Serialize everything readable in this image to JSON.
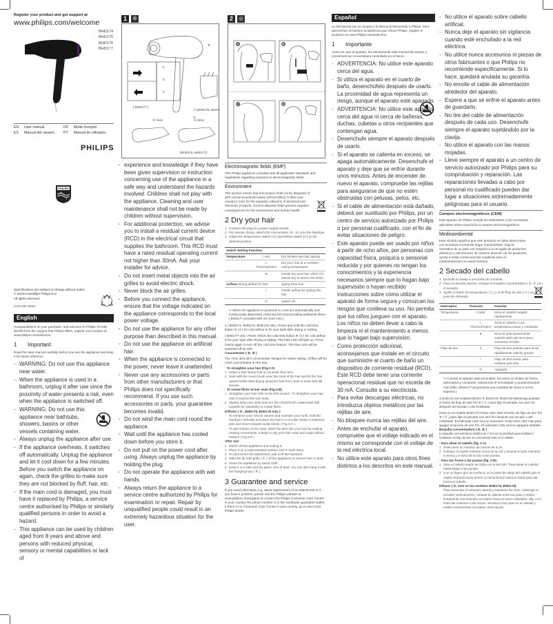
{
  "cover": {
    "register_line": "Register your product and get support at",
    "url": "www.philips.com/welcome",
    "models": [
      "BHD174",
      "BHD175",
      "BHD176",
      "BHD177"
    ],
    "languages": [
      {
        "code": "EN",
        "label": "User manual"
      },
      {
        "code": "FR",
        "label": "Mode d'emploi"
      },
      {
        "code": "ES",
        "label": "Manual del usuario"
      },
      {
        "code": "PT",
        "label": "Manual do utilizador"
      }
    ],
    "brand": "PHILIPS",
    "shield_text": "PHILIPS",
    "spec_lines": [
      "Specifications are subject to change without notice",
      "© 2016 Koninklijke Philips N.V.",
      "All rights reserved."
    ],
    "doc_number": "3140 035 40662"
  },
  "english": {
    "title": "English",
    "intro": "Congratulations on your purchase, and welcome to Philips! To fully benefit from the support that Philips offers, register your product at www.philips.com/welcome.",
    "important_num": "1",
    "important_title": "Important",
    "important_intro": "Read this user manual carefully before you use the appliance and keep it for future reference.",
    "warnings_col1": [
      "WARNING: Do not use this appliance near water.",
      "When the appliance is used in a bathroom, unplug it after use since the proximity of water presents a risk, even when the appliance is switched off.",
      "WARNING: Do not use this appliance near bathtubs, showers, basins or other vessels containing water.",
      "Always unplug the appliance after use.",
      "If the appliance overheats, it switches off automatically. Unplug the appliance and let it cool down for a few minutes. Before you switch the appliance on again, check the grilles to make sure they are not blocked by fluff, hair, etc.",
      "If the main cord is damaged, you must have it replaced by Philips, a service centre authorised by Philips or similarly qualified persons in order to avoid a hazard.",
      "This appliance can be used by children aged from 8 years and above and persons with reduced physical, sensory or mental capabilities or lack of"
    ],
    "continuation_col2": "experience and knowledge if they have been given supervision or instruction concerning use of the appliance in a safe way and understand the hazards involved. Children shall not play with the appliance. Cleaning and user maintenance shall not be made by children without supervision.",
    "warnings_col2": [
      "For additional protection, we advise you to install a residual current device (RCD) in the electrical circuit that supplies the bathroom. This RCD must have a rated residual operating current not higher than 30mA. Ask your installer for advice.",
      "Do not insert metal objects into the air grilles to avoid electric shock.",
      "Never block the air grilles.",
      "Before you connect the appliance, ensure that the voltage indicated on the appliance corresponds to the local power voltage.",
      "Do not use the appliance for any other purpose than described in this manual.",
      "Do not use the appliance on artificial hair.",
      "When the appliance is connected to the power, never leave it unattended.",
      "Never use any accessories or parts from other manufacturers or that Philips does not specifically recommend. If you use such accessories or parts, your guarantee becomes invalid.",
      "Do not wind the main cord round the appliance.",
      "Wait until the appliance has cooled down before you store it.",
      "Do not pull on the power cord after using. Always unplug the appliance by holding the plug.",
      "Do not operate the appliance with wet hands.",
      "Always return the appliance to a service centre authorized by Philips for examination or repair. Repair by unqualified people could result in an extremely hazardous situation for the user."
    ],
    "emf_title": "Electromagnetic fields (EMF)",
    "emf_text": "This Philips appliance complies with all applicable standards and regulations regarding exposure to electromagnetic fields.",
    "env_title": "Environment",
    "env_text": "This symbol means that this product shall not be disposed of with normal household waste (2012/19/EU). Follow your country's rules for the separate collection of electrical and electronic products. Correct disposal helps prevent negative consequences for the environment and human health.",
    "dry_title": "2  Dry your hair",
    "dry_steps": [
      "Connect the plug to a power supply socket.",
      "For precise drying, attach the concentrator (④, ⑤) onto the hairdryer.",
      "Adjust the temperature switch (③) and airflow switch (②) to the desired position."
    ],
    "table_header": "Switch Setting Function",
    "table_rows": [
      {
        "switch": "Temperature",
        "setting": "Hot",
        "function": "Dry shower-wet hair quickly"
      },
      {
        "switch": "",
        "setting": "Thermoprotect",
        "function": "Dry your hair at a constant caring temperature"
      },
      {
        "switch": "",
        "setting": "●",
        "function": "Gently dry your hair, when it is almost dry to seal in the shine"
      },
      {
        "switch": "Airflow",
        "setting": "Strong airflow for fast",
        "function": "drying thick hair"
      },
      {
        "switch": "",
        "setting": "I",
        "function": "Gentle airflow for styling thin hair"
      },
      {
        "switch": "",
        "setting": "O",
        "function": "Switch off"
      }
    ],
    "ions_note": "When the appliance is powered on, ions are automatically and continuously dispensed, reducing frizz and providing additional shine. ( BHD177 provides with 4X more ions )",
    "step4": "( BHD174, BHD175, BHD176 only ) Press and hold the cold shot button ❄ (①) for cold airflow to fix your style after drying or styling.",
    "bhd177_note": "( BHD177 only ) Press ONCE the cold shot button ❄ (①) for cold airflow to fix your style after drying or styling. The blue LED will light up. Press ONCE again to turn off the cold shot feature. The blue LED will be switched off as well.",
    "concentrator_title": "Concentrator ( ④, ⑤ )",
    "concentrator_text": "The 7mm ultra slim concentrator designs for easier styling. Airflow will be more concentrated on the hair.",
    "straighten_title": "To straighten your hair (Fig.2-A)",
    "straighten_steps": [
      "Select a hair strand that is not wider than 5cm.",
      "Start with the round brush near the roots of the hair and lift the hair upward while blow drying along the hair from roots to ends with full tension."
    ],
    "flicks_title": "To create flicks at hair ends (Fig.2-B)",
    "flicks_steps": [
      "Straighten your hair refer to the first section ' To straighten your hair' until it reaches the hair ends.",
      "Slightly twist your wrist and turn the round brush underneath half inwards (or outwards) to create flicks."
    ],
    "diffuser_title": "Diffuser ( ⑦ , BHD175, BHD176 only )",
    "diffuser_points": [
      "To enhance your natural volume and maintain your curls, hold the hairdryer vertically and place the hair in a circular motion in between pins and move towards scalp slowly. ( Fig.2-C )",
      "To add volume at the roots, insert the pins into your hair by making rotating movements. It helps to dry your hair roots and scalp without hotspot ( Fig.2-D )"
    ],
    "after_use_title": "After use:",
    "after_use_steps": [
      "Switch off the appliance and unplug it.",
      "Place it on a heat-resistant surface until it cools down.",
      "To disconnect the attachment, pull it off the hairdryer.",
      "Take the air inlet grille ( ⑥ ) off the appliance to remove hair or dust.",
      "Clean the appliance by damp cloth.",
      "Keep it in a safe and dry place, free of dust. You can also hang it with the hanging loop ( ⑧ )."
    ],
    "guarantee_title": "3  Guarantee and service",
    "guarantee_text": "If you need information e.g. about replacement of an attachment or if you have a problem, please visit the Philips website at www.philips.com/support or contact the Philips Consumer Care Center in your country.The phone number is in the worldwide guarantee leaflet. If there is no Consumer Care Centre in your country, go to your local Philips dealer."
  },
  "figure1": {
    "number": "1",
    "labels": [
      "①",
      "②",
      "③",
      "④ 7mm",
      "⑤ 9mm",
      "⑥",
      "⑦ (BHD175, BHD176)",
      "⑧"
    ],
    "bhd177_label": "( BHD177 )",
    "concentrator_models": "(BHD175, BHD177)"
  },
  "figure2": {
    "number": "2",
    "panels": [
      "A",
      "B",
      "C",
      "D"
    ]
  },
  "spanish": {
    "title": "Español",
    "intro": "Le felicitamos por su compra y le damos la bienvenida a Philips. Para aprovechar al máximo la asistencia que ofrece Philips, registre el producto en www.Philips.com/welcome.",
    "important_num": "1",
    "important_title": "Importante",
    "important_intro": "Antes de usar el aparato, lea atentamente este manual de usuario y consérvelo por si necesitara consultarlo en el futuro.",
    "warnings_col4": [
      "ADVERTENCIA: No utilice este aparato cerca del agua.",
      "Si utiliza el aparato en el cuarto de baño, desenchúfelo después de usarlo. La proximidad de agua representa un riesgo, aunque el aparato esté apagado.",
      "ADVERTENCIA: No utilice este aparato cerca del agua ni cerca de bañeras, duchas, cubetas u otros recipientes que contengan agua.",
      "Desenchufe siempre el aparato después de usarlo.",
      "Si el aparato se calienta en exceso, se apaga automáticamente. Desenchufe el aparato y deje que se enfríe durante unos minutos. Antes de encender de nuevo el aparato, compruebe las rejillas para asegurarse de que no estén obstruidas con pelusas, pelos, etc.",
      "Si el cable de alimentación está dañado, deberá ser sustituido por Philips, por un centro de servicio autorizado por Philips o por personal cualificado, con el fin de evitar situaciones de peligro.",
      "Este aparato puede ser usado por niños a partir de ocho años, por personas con capacidad física, psíquica o sensorial reducida y por quienes no tengan los conocimientos y la experiencia necesarios siempre que lo hagan bajo supervisión o hayan recibido instrucciones sobre cómo utilizar el aparato de forma segura y conozcan los riesgos que conlleva su uso. No permita que los niños jueguen con el aparato. Los niños no deben llevar a cabo la limpieza ni el mantenimiento a menos que lo hagan bajo supervisión.",
      "Como protección adicional, aconsejamos que instale en el circuito que suministre al cuarto de baño un dispositivo de corriente residual (RCD). Este RCD debe tener una corriente operacional residual que no exceda de 30 mA. Consulte a su electricista.",
      "Para evitar descargas eléctricas, no introduzca objetos metálicos por las rejillas de aire.",
      "No bloquee nunca las rejillas del aire.",
      "Antes de enchufar el aparato, compruebe que el voltaje indicado en el mismo se corresponde con el voltaje de la red eléctrica local.",
      "No utilice este aparato para otros fines distintos a los descritos en este manual."
    ],
    "warnings_col5": [
      "No utilice el aparato sobre cabello artificial.",
      "Nunca deje el aparato sin vigilancia cuando esté enchufado a la red eléctrica.",
      "No utilice nunca accesorios ni piezas de otros fabricantes o que Philips no recomiende específicamente. Si lo hace, quedará anulada su garantía.",
      "No enrolle el cable de alimentación alrededor del aparato.",
      "Espere a que se enfríe el aparato antes de guardarlo.",
      "No tire del cable de alimentación después de cada uso. Desenchufe siempre el aparato sujetándolo por la clavija.",
      "No utilice el aparato con las manos mojadas.",
      "Lleve siempre el aparato a un centro de servicio autorizado por Philips para su comprobación y reparación. Las reparaciones llevadas a cabo por personal no cualificado pueden dar lugar a situaciones extremadamente peligrosas para el usuario."
    ],
    "cem_title": "Campos electromagnéticos (CEM)",
    "cem_text": "Este aparato de Philips cumple los estándares y las normativas aplicables sobre exposición a campos electromagnéticos.",
    "env_title": "Medioambiental",
    "env_text": "Este símbolo significa que este producto no debe desecharse con la basura normal del hogar (2012/19/UE). Siga la normativa de su país con respecto a la recogida de productos eléctricos y electrónicos. El correcto desecho de los productos ayuda a evitar consecuencias negativas para el medioambiente y la salud humana.",
    "dry_title": "2  Secado del cabello",
    "dry_steps": [
      "Enchufe la clavija a una toma de corriente.",
      "Para un secado preciso, coloque la boquilla concentradora ( ④, ⑤ ) en el secador.",
      "Ajuste el botón de temperatura ( ③ ) y el de flujo de aire ( ② ) en la posición deseada."
    ],
    "table_header": [
      "Interruptor",
      "Posición",
      "Función"
    ],
    "table_rows": [
      {
        "switch": "Temperatura",
        "setting": "Calor",
        "function": "Seca el cabello mojado rápidamente"
      },
      {
        "switch": "",
        "setting": "ThermoProtect",
        "function": "Seca el cabello a una temperatura suave y constante"
      },
      {
        "switch": "",
        "setting": "●",
        "function": "Seca el pelo suavemente cuando está casi seco para conservar el brillo"
      },
      {
        "switch": "Flujo de aire",
        "setting": "II",
        "function": "Flujo de aire potente para secar rápidamente cabello grueso"
      },
      {
        "switch": "",
        "setting": "I",
        "function": "Flujo de aire suave para moldear pelo fino"
      },
      {
        "switch": "",
        "setting": "O",
        "function": "Apagado"
      }
    ],
    "ions_note": "Cuando el aparato está encendido, los iones se emiten de forma automática y constante, reduciendo el encrespado y proporcionando más brillo. (BHD177 proporciona una cantidad de iones 4 veces superior.)",
    "step4": "(Solo en los modelos BHD174, BHD175, BHD176) Mantenga pulsado el botón de flujo de aire frío ❄ ( ① ) para fijar el peinado con aire frío después del secado o del moldeado.",
    "bhd177_note": "(Solo en el modelo BHD177) Pulse UNA VEZ el botón de flujo de aire frío ❄ ( ① ) para fijar el peinado con aire frío después del secado o del moldeado. El indicador LED azul se iluminará. Pulse UNA VEZ más para apagar la función de aire frío. El indicador LED azul se apagará también.",
    "concentrator_title": "Boquilla concentradora ( ④, ⑤ )",
    "concentrator_text": "La boquilla concentradora ultrafina de 7 mm se ha diseñado para facilitar el moldeado. El flujo de aire se concentrará más en el cabello.",
    "straighten_title": "Para alisar el cabello (fig. 2-A)",
    "straighten_steps": [
      "Seleccione un mechón de menos de 5 cm.",
      "Coloque el cepillo redondo cerca de la raíz y levante el pelo mientras lo tensa y lo seca de la raíz a las puntas."
    ],
    "flicks_title": "Para dar forma a las puntas (fig. 2-B)",
    "flicks_steps": [
      "Alise el cabello según se indica en la sección \"Para alisar el cabello\" hasta llegar a las puntas.",
      "Con un ligero giro de muñeca, en la parte de abajo del cabello gire el cepillo redondo hacia dentro (o hacia fuera) hasta la mitad para dar forma al cabello."
    ],
    "diffuser_title": "Difusor ( ⑦, solo en los modelos BHD175, BHD176)",
    "diffuser_points": [
      "Para aumentar el volumen natural y mantener los rizos, sostenga el secador verticalmente, coloque el cabello entre las púas y realice lentamente movimientos circulares hacia el cuero cabelludo. (fig. 2-C)",
      "Para dar volumen a las raíces, introduzca las púas en el cabello y realice movimientos circulares. Esto ayuda"
    ]
  }
}
